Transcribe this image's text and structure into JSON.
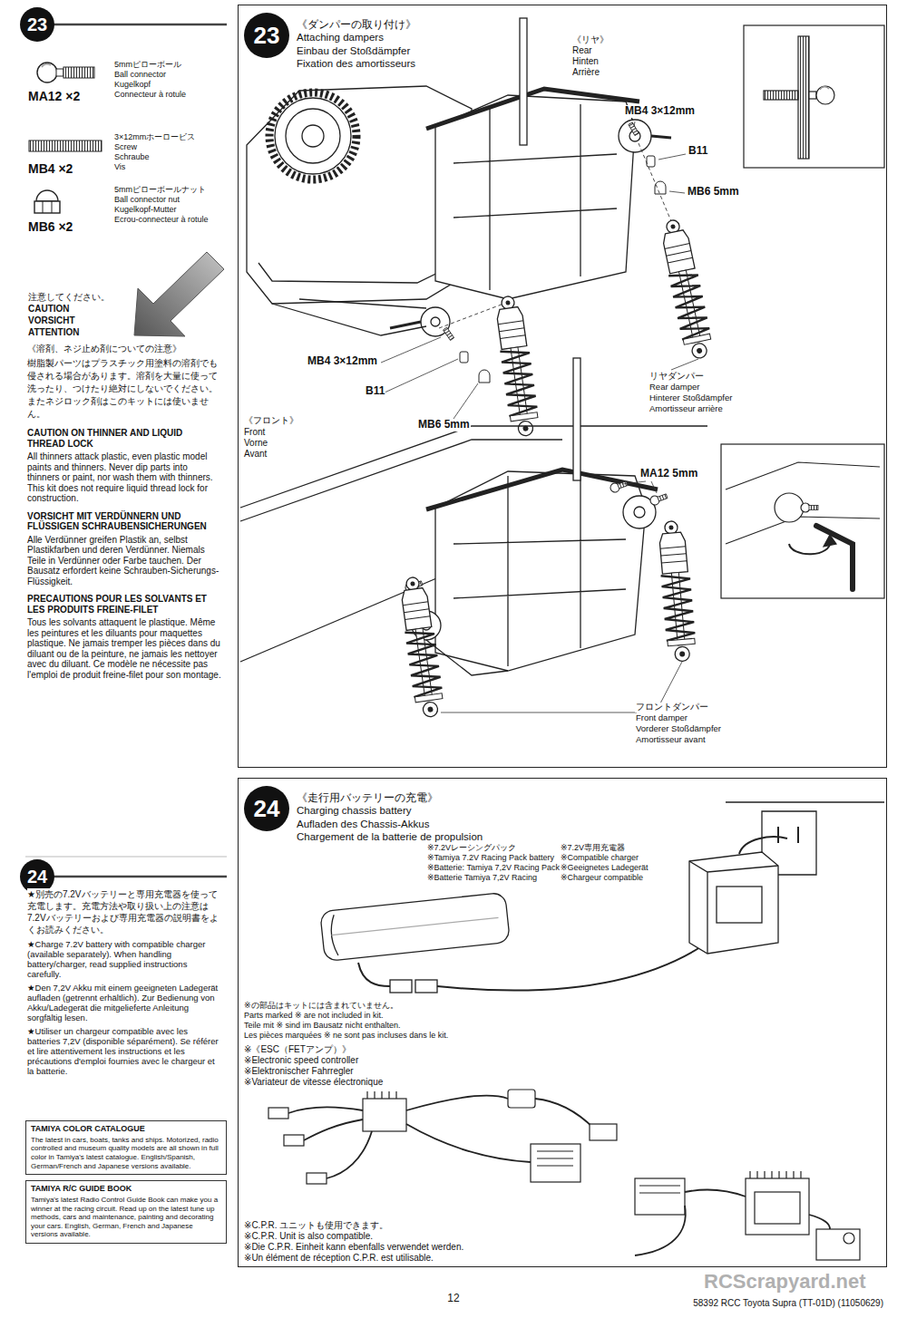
{
  "diagram": {
    "nodes": [
      {
        "text": [
          "23"
        ]
      },
      {
        "text": [
          "24"
        ]
      },
      {
        "text": [
          "TAMIYA COLOR CATALOGUE",
          "The latest in cars, boats, tanks and ships. Motorized, radio controlled and museum quality models are all shown in full color in Tamiya's latest catalogue. English/Spanish, German/French and Japanese versions available."
        ]
      },
      {
        "text": [
          "TAMIYA R/C GUIDE BOOK",
          "Tamiya's latest Radio Control Guide Book can make you a winner at the racing circuit. Read up on the latest tune up methods, cars and maintenance, painting and decorating your cars. English, German, French and Japanese versions available."
        ]
      },
      {
        "text": [
          "《ダンパーの取り付け》",
          "Attaching dampers",
          "Einbau der Stoßdämpfer",
          "Fixation des amortisseurs"
        ]
      },
      {
        "text": [
          "23"
        ],
        "in": 4
      },
      {
        "text": [
          "《走行用バッテリーの充電》",
          "Charging chassis battery",
          "Aufladen des Chassis-Akkus",
          "Chargement de la batterie de propulsion"
        ]
      },
      {
        "text": [
          "24"
        ],
        "in": 6
      }
    ],
    "labels": [
      "MA12 ×2",
      "5mmピローボール",
      "Ball connector",
      "Kugelkopf",
      "Connecteur à rotule",
      "MB4 ×2",
      "3×12mmホーロービス",
      "Screw",
      "Schraube",
      "Vis",
      "MB6 ×2",
      "5mmピローボールナット",
      "Ball connector nut",
      "Kugelkopf-Mutter",
      "Ecrou-connecteur à rotule",
      "注意してください。",
      "CAUTION",
      "VORSICHT",
      "ATTENTION",
      "《溶剤、ネジ止め剤についての注意》",
      "樹脂製パーツはプラスチック用塗料の溶剤でも侵される場合があります。溶剤を大量に使って洗ったり、つけたり絶対にしないでください。またネジロック剤はこのキットには使いません。",
      "CAUTION ON THINNER AND LIQUID THREAD LOCK",
      "All thinners attack plastic, even plastic model paints and thinners. Never dip parts into thinners or paint, nor wash them with thinners. This kit does not require liquid thread lock for construction.",
      "VORSICHT MIT VERDÜNNERN UND FLÜSSIGEN SCHRAUBENSICHERUNGEN",
      "Alle Verdünner greifen Plastik an, selbst Plastikfarben und deren Verdünner. Niemals Teile in Verdünner oder Farbe tauchen. Der Bausatz erfordert keine Schrauben-Sicherungs-Flüssigkeit.",
      "PRECAUTIONS POUR LES SOLVANTS ET LES PRODUITS FREINE-FILET",
      "Tous les solvants attaquent le plastique. Même les peintures et les diluants pour maquettes plastique. Ne jamais tremper les pièces dans du diluant ou de la peinture, ne jamais les nettoyer avec du diluant. Ce modèle ne nécessite pas l'emploi de produit freine-filet pour son montage.",
      "★別売の7.2Vバッテリーと専用充電器を使って充電します。充電方法や取り扱い上の注意は7.2Vバッテリーおよび専用充電器の説明書をよくお読みください。",
      "★Charge 7.2V battery with compatible charger (available separately). When handling battery/charger, read supplied instructions carefully.",
      "★Den 7,2V Akku mit einem geeigneten Ladegerät aufladen (getrennt erhältlich). Zur Bedienung von Akku/Ladegerät die mitgelieferte Anleitung sorgfältig lesen.",
      "★Utiliser un chargeur compatible avec les batteries 7,2V (disponible séparément). Se référer et lire attentivement les instructions et les précautions d'emploi fournies avec le chargeur et la batterie.",
      "《リヤ》",
      "Rear",
      "Hinten",
      "Arrière",
      "MB4 3×12mm",
      "B11",
      "MB6 5mm",
      "MB4 3×12mm",
      "B11",
      "MB6 5mm",
      "リヤダンパー",
      "Rear damper",
      "Hinterer Stoßdämpfer",
      "Amortisseur arrière",
      "《フロント》",
      "Front",
      "Vorne",
      "Avant",
      "MA12 5mm",
      "フロントダンパー",
      "Front damper",
      "Vorderer Stoßdämpfer",
      "Amortisseur avant",
      "※7.2Vレーシングパック",
      "※Tamiya 7.2V Racing Pack battery",
      "※Batterie: Tamiya 7,2V Racing Pack",
      "※Batterie Tamiya 7,2V Racing",
      "※7.2V専用充電器",
      "※Compatible charger",
      "※Geeignetes Ladegerät",
      "※Chargeur compatible",
      "※の部品はキットには含まれていません。",
      "Parts marked ※ are not included in kit.",
      "Teile mit ※ sind im Bausatz nicht enthalten.",
      "Les pièces marquées ※ ne sont pas incluses dans le kit.",
      "※《ESC（FETアンプ）》",
      "※Electronic speed controller",
      "※Elektronischer Fahrregler",
      "※Variateur de vitesse électronique",
      "※C.P.R. ユニットも使用できます。",
      "※C.P.R. Unit is also compatible.",
      "※Die C.P.R. Einheit kann ebenfalls verwendet werden.",
      "※Un élément de réception C.P.R. est utilisable.",
      "12",
      "58392 RCC Toyota Supra (TT-01D) (11050629)",
      "RCScrapyard.net"
    ]
  }
}
